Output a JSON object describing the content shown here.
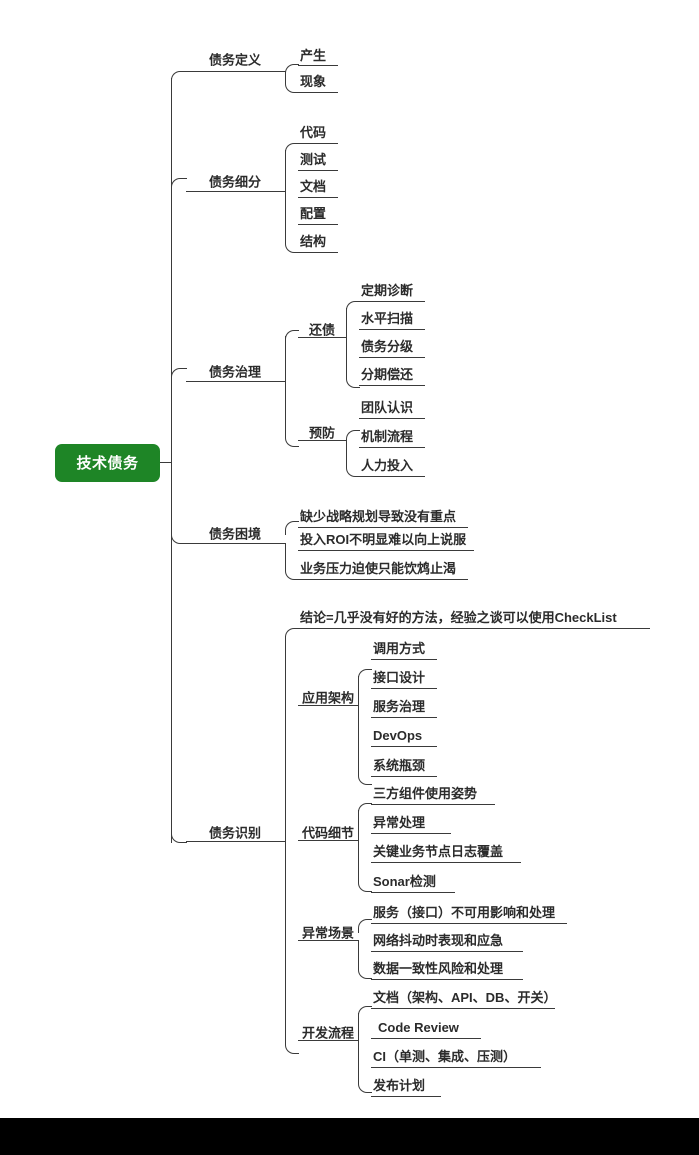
{
  "document": {
    "type": "mindmap",
    "title": "技术债务",
    "background_color": "#ffffff",
    "root_color": "#1e8526",
    "root_text_color": "#ffffff",
    "line_color": "#3a3a3a",
    "text_color": "#2b2b2b",
    "footer_bar_color": "#000000"
  },
  "root": {
    "label": "技术债务"
  },
  "branches": [
    {
      "label": "债务定义",
      "children": [
        {
          "label": "产生"
        },
        {
          "label": "现象"
        }
      ]
    },
    {
      "label": "债务细分",
      "children": [
        {
          "label": "代码"
        },
        {
          "label": "测试"
        },
        {
          "label": "文档"
        },
        {
          "label": "配置"
        },
        {
          "label": "结构"
        }
      ]
    },
    {
      "label": "债务治理",
      "children": [
        {
          "label": "还债",
          "children": [
            {
              "label": "定期诊断"
            },
            {
              "label": "水平扫描"
            },
            {
              "label": "债务分级"
            },
            {
              "label": "分期偿还"
            }
          ]
        },
        {
          "label": "预防",
          "children": [
            {
              "label": "团队认识"
            },
            {
              "label": "机制流程"
            },
            {
              "label": "人力投入"
            }
          ]
        }
      ]
    },
    {
      "label": "债务困境",
      "children": [
        {
          "label": "缺少战略规划导致没有重点"
        },
        {
          "label": "投入ROI不明显难以向上说服"
        },
        {
          "label": "业务压力迫使只能饮鸩止渴"
        }
      ]
    },
    {
      "label": "债务识别",
      "note": "结论=几乎没有好的方法，经验之谈可以使用CheckList",
      "children": [
        {
          "label": "应用架构",
          "children": [
            {
              "label": "调用方式"
            },
            {
              "label": "接口设计"
            },
            {
              "label": "服务治理"
            },
            {
              "label": "DevOps"
            },
            {
              "label": "系统瓶颈"
            }
          ]
        },
        {
          "label": "代码细节",
          "children": [
            {
              "label": "三方组件使用姿势"
            },
            {
              "label": "异常处理"
            },
            {
              "label": "关键业务节点日志覆盖"
            },
            {
              "label": "Sonar检测"
            }
          ]
        },
        {
          "label": "异常场景",
          "children": [
            {
              "label": "服务（接口）不可用影响和处理"
            },
            {
              "label": "网络抖动时表现和应急"
            },
            {
              "label": "数据一致性风险和处理"
            }
          ]
        },
        {
          "label": "开发流程",
          "children": [
            {
              "label": "文档（架构、API、DB、开关）"
            },
            {
              "label": "Code  Review"
            },
            {
              "label": "CI（单测、集成、压测）"
            },
            {
              "label": "发布计划"
            }
          ]
        }
      ]
    }
  ]
}
